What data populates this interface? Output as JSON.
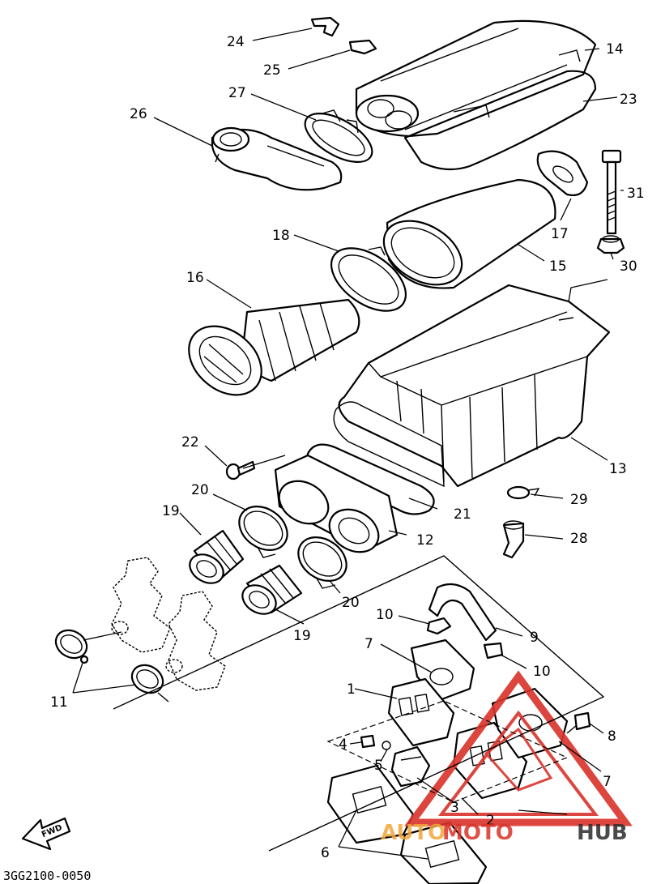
{
  "callouts": {
    "c1": "1",
    "c2": "2",
    "c3": "3",
    "c4": "4",
    "c5": "5",
    "c6": "6",
    "c7a": "7",
    "c7b": "7",
    "c8": "8",
    "c9": "9",
    "c10a": "10",
    "c10b": "10",
    "c11": "11",
    "c12": "12",
    "c13": "13",
    "c14": "14",
    "c15": "15",
    "c16": "16",
    "c17": "17",
    "c18": "18",
    "c19a": "19",
    "c19b": "19",
    "c20a": "20",
    "c20b": "20",
    "c21": "21",
    "c22": "22",
    "c23": "23",
    "c24": "24",
    "c25": "25",
    "c26": "26",
    "c27": "27",
    "c28": "28",
    "c29": "29",
    "c30": "30",
    "c31": "31"
  },
  "direction_label": "FWD",
  "diagram_code": "3GG2100-0050",
  "watermark": {
    "auto": "AUTO",
    "moto": "MOTO",
    "hub": "HUB",
    "color_orange": "#f2a63a",
    "color_red": "#d9332b",
    "color_dark": "#2b2b2b"
  }
}
